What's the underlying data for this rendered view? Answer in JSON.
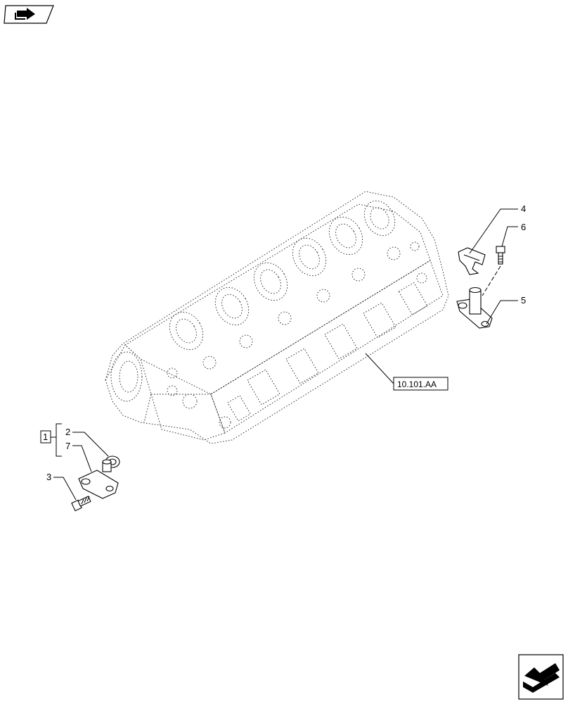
{
  "callouts": {
    "c1": "1",
    "c2": "2",
    "c3": "3",
    "c4": "4",
    "c5": "5",
    "c6": "6",
    "c7": "7"
  },
  "reference_label": "10.101.AA",
  "icons": {
    "top_left": "previous-page-icon",
    "bottom_right": "next-page-icon"
  }
}
